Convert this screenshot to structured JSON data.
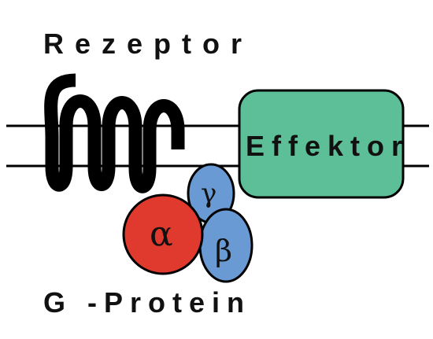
{
  "diagram": {
    "receptor_label": "Rezeptor",
    "effector_label": "Effektor",
    "gprotein_label": "G -Protein",
    "alpha_symbol": "α",
    "beta_symbol": "β",
    "gamma_symbol": "γ"
  },
  "colors": {
    "line": "#000000",
    "effector_fill": "#5dbf97",
    "alpha_fill": "#e03a2f",
    "beta_gamma_fill": "#6a9ad3",
    "text": "#111111"
  },
  "icons": {
    "receptor": "serpentine-7tm-receptor-icon",
    "effector": "rounded-rectangle-box"
  }
}
